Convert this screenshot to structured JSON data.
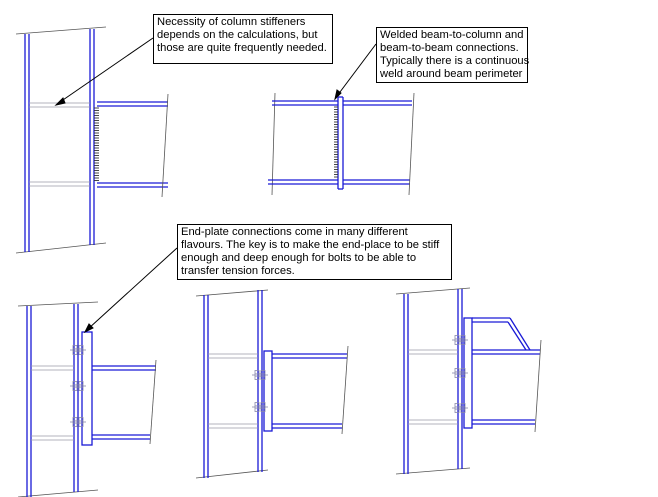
{
  "notes": {
    "stiffeners": {
      "lines": [
        "Necessity of column stiffeners",
        "depends on the calculations, but",
        "those are quite frequently needed."
      ]
    },
    "welded": {
      "lines": [
        "Welded beam-to-column and",
        "beam-to-beam connections.",
        "Typically there is a continuous",
        "weld around beam perimeter"
      ]
    },
    "endplate": {
      "lines": [
        "End-plate connections come in many different",
        "flavours. The key is to make the end-place to be stiff",
        "enough and deep enough for bolts to be able to",
        "transfer tension forces."
      ]
    }
  },
  "colors": {
    "steel": "#1a1ad6",
    "outline": "#555555",
    "thin": "#9a9aa8",
    "bolt": "#8888aa",
    "weld": "#333333",
    "text": "#000000"
  }
}
